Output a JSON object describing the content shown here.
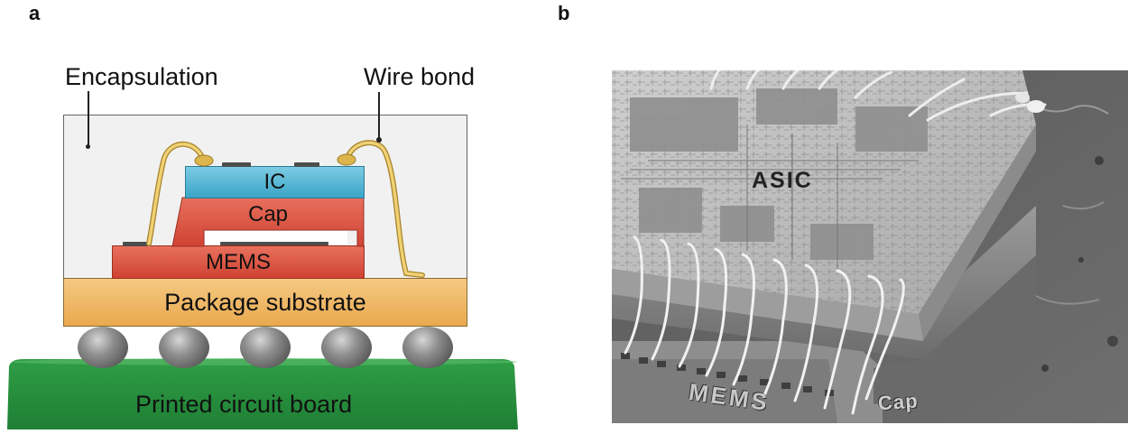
{
  "panels": {
    "a": {
      "letter": "a",
      "labels": {
        "encapsulation": "Encapsulation",
        "wire_bond": "Wire bond",
        "ic": "IC",
        "cap": "Cap",
        "mems": "MEMS",
        "package_substrate": "Package substrate",
        "pcb": "Printed circuit board"
      }
    },
    "b": {
      "letter": "b",
      "labels": {
        "asic": "ASIC",
        "mems": "MEMS",
        "cap": "Cap"
      }
    }
  },
  "colors": {
    "ic": "#4fb3d4",
    "cap": "#e0553f",
    "mems": "#e0553f",
    "substrate": "#f0b867",
    "pcb": "#2f9e46",
    "wire": "#e6c45a",
    "encapsulation": "#f1f1f1"
  }
}
